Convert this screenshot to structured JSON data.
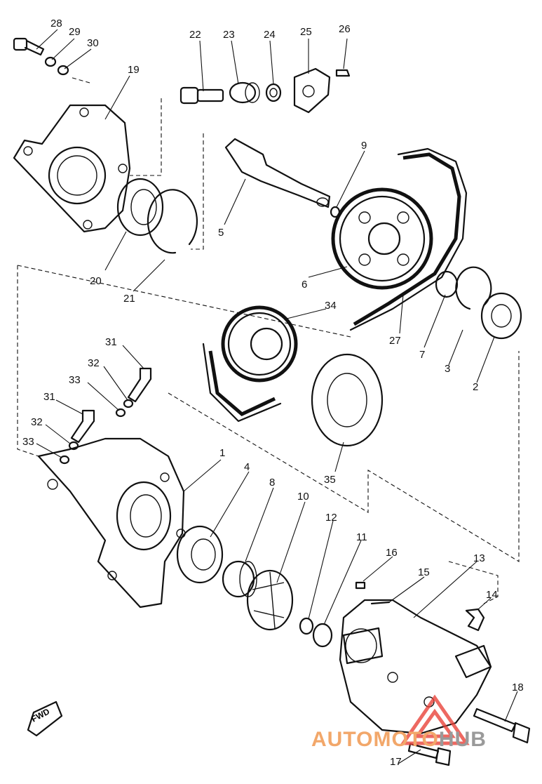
{
  "callouts": [
    {
      "label": "28"
    },
    {
      "label": "29"
    },
    {
      "label": "30"
    },
    {
      "label": "19"
    },
    {
      "label": "22"
    },
    {
      "label": "23"
    },
    {
      "label": "24"
    },
    {
      "label": "25"
    },
    {
      "label": "26"
    },
    {
      "label": "9"
    },
    {
      "label": "5"
    },
    {
      "label": "20"
    },
    {
      "label": "21"
    },
    {
      "label": "6"
    },
    {
      "label": "34"
    },
    {
      "label": "7"
    },
    {
      "label": "3"
    },
    {
      "label": "2"
    },
    {
      "label": "27"
    },
    {
      "label": "31"
    },
    {
      "label": "32"
    },
    {
      "label": "33"
    },
    {
      "label": "31"
    },
    {
      "label": "32"
    },
    {
      "label": "33"
    },
    {
      "label": "35"
    },
    {
      "label": "1"
    },
    {
      "label": "4"
    },
    {
      "label": "8"
    },
    {
      "label": "10"
    },
    {
      "label": "12"
    },
    {
      "label": "11"
    },
    {
      "label": "16"
    },
    {
      "label": "15"
    },
    {
      "label": "13"
    },
    {
      "label": "14"
    },
    {
      "label": "18"
    },
    {
      "label": "17"
    }
  ],
  "orientation": {
    "label": "FWD"
  },
  "watermark": {
    "text_part1": "AUTOMOTO",
    "text_part2": "HUB",
    "color_primary": "#f2a76a",
    "color_secondary": "#9a9a9a",
    "triangle_color": "#e8423a"
  },
  "colors": {
    "line": "#111111",
    "background": "#ffffff"
  }
}
